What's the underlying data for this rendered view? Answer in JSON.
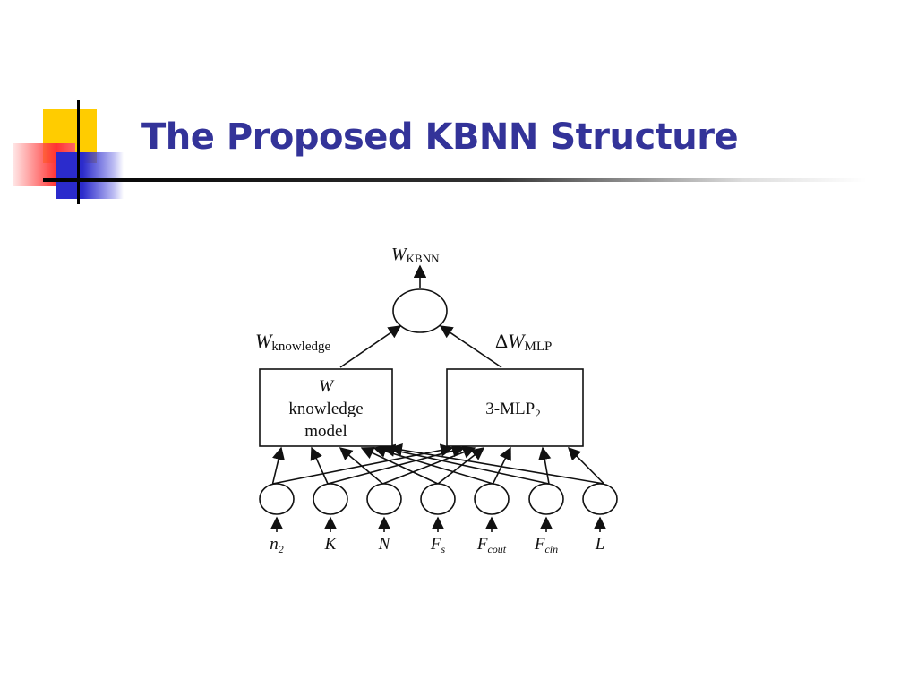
{
  "slide": {
    "title": "The Proposed KBNN Structure"
  },
  "diagram": {
    "output": {
      "symbol": "W",
      "subscript": "KBNN"
    },
    "left_edge": {
      "symbol": "W",
      "subscript": "knowledge"
    },
    "right_edge": {
      "prefix": "Δ",
      "symbol": "W",
      "subscript": "MLP"
    },
    "knowledge_box": {
      "line1": "W",
      "line2": "knowledge",
      "line3": "model"
    },
    "mlp_box": {
      "text": "3-MLP",
      "subscript": "2"
    },
    "inputs": [
      {
        "symbol": "n",
        "subscript": "2"
      },
      {
        "symbol": "K",
        "subscript": ""
      },
      {
        "symbol": "N",
        "subscript": ""
      },
      {
        "symbol": "F",
        "subscript": "s"
      },
      {
        "symbol": "F",
        "subscript": "cout"
      },
      {
        "symbol": "F",
        "subscript": "cin"
      },
      {
        "symbol": "L",
        "subscript": ""
      }
    ]
  },
  "colors": {
    "title": "#333399",
    "deco_yellow": "#ffcc00",
    "deco_red": "#ff3333",
    "deco_blue": "#3333cc"
  }
}
